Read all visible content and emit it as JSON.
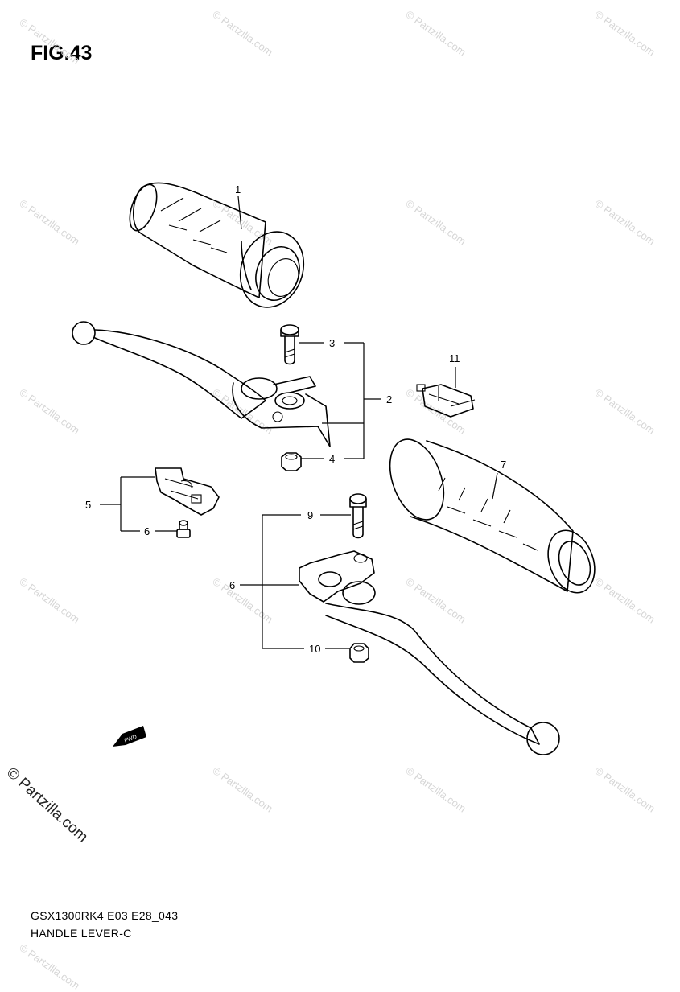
{
  "figure": {
    "title": "FIG.43"
  },
  "watermark": {
    "text": "© Partzilla.com"
  },
  "caption": {
    "model_code": "GSX1300RK4 E03 E28_043",
    "title": "HANDLE LEVER-C"
  },
  "fwd_label": "FWD",
  "callouts": [
    {
      "id": "c1",
      "label": "1"
    },
    {
      "id": "c2",
      "label": "2"
    },
    {
      "id": "c3",
      "label": "3"
    },
    {
      "id": "c4",
      "label": "4"
    },
    {
      "id": "c5",
      "label": "5"
    },
    {
      "id": "c6a",
      "label": "6"
    },
    {
      "id": "c6b",
      "label": "6"
    },
    {
      "id": "c7",
      "label": "7"
    },
    {
      "id": "c9",
      "label": "9"
    },
    {
      "id": "c10",
      "label": "10"
    },
    {
      "id": "c11",
      "label": "11"
    }
  ]
}
